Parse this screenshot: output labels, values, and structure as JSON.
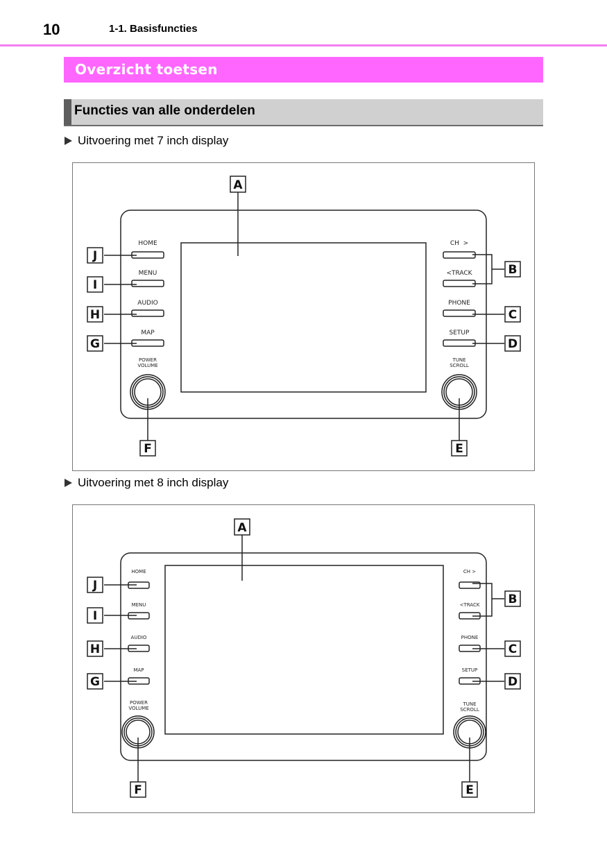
{
  "header": {
    "page_number": "10",
    "chapter": "1-1. Basisfuncties"
  },
  "section_title": "Overzicht toetsen",
  "subsection_title": "Functies van alle onderdelen",
  "colors": {
    "section_bar": "#ff66ff",
    "top_rule": "#f27ff0",
    "subsection_bar": "#d0d0d0",
    "subsection_accent": "#5e5e5e"
  },
  "figures": [
    {
      "caption": "Uitvoering met 7 inch display",
      "left_buttons": [
        {
          "label": "HOME",
          "callout": "J"
        },
        {
          "label": "MENU",
          "callout": "I"
        },
        {
          "label": "AUDIO",
          "callout": "H"
        },
        {
          "label": "MAP",
          "callout": "G"
        }
      ],
      "right_buttons": [
        {
          "label": "CH  >",
          "callout": "B"
        },
        {
          "label": "<TRACK",
          "callout": "B"
        },
        {
          "label": "PHONE",
          "callout": "C"
        },
        {
          "label": "SETUP",
          "callout": "D"
        }
      ],
      "left_knob": {
        "label_line1": "POWER",
        "label_line2": "VOLUME",
        "callout": "F"
      },
      "right_knob": {
        "label_line1": "TUNE",
        "label_line2": "SCROLL",
        "callout": "E"
      },
      "screen_callout": "A",
      "callouts": {
        "A": "A",
        "B": "B",
        "C": "C",
        "D": "D",
        "E": "E",
        "F": "F",
        "G": "G",
        "H": "H",
        "I": "I",
        "J": "J"
      }
    },
    {
      "caption": "Uitvoering met 8 inch display",
      "left_buttons": [
        {
          "label": "HOME",
          "callout": "J"
        },
        {
          "label": "MENU",
          "callout": "I"
        },
        {
          "label": "AUDIO",
          "callout": "H"
        },
        {
          "label": "MAP",
          "callout": "G"
        }
      ],
      "right_buttons": [
        {
          "label": "CH >",
          "callout": "B"
        },
        {
          "label": "<TRACK",
          "callout": "B"
        },
        {
          "label": "PHONE",
          "callout": "C"
        },
        {
          "label": "SETUP",
          "callout": "D"
        }
      ],
      "left_knob": {
        "label_line1": "POWER",
        "label_line2": "VOLUME",
        "callout": "F"
      },
      "right_knob": {
        "label_line1": "TUNE",
        "label_line2": "SCROLL",
        "callout": "E"
      },
      "screen_callout": "A",
      "callouts": {
        "A": "A",
        "B": "B",
        "C": "C",
        "D": "D",
        "E": "E",
        "F": "F",
        "G": "G",
        "H": "H",
        "I": "I",
        "J": "J"
      }
    }
  ]
}
